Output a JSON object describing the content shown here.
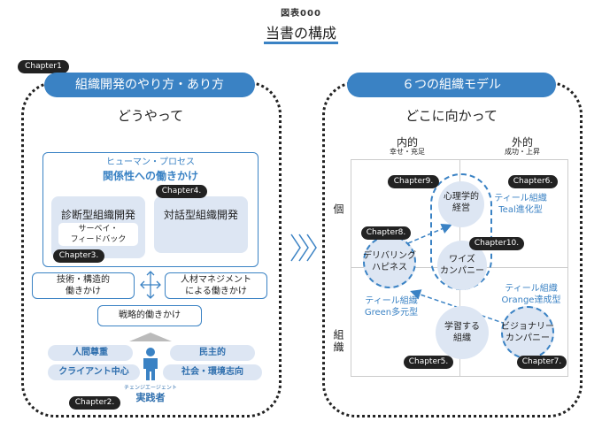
{
  "figure_label": "図表000",
  "title": "当書の構成",
  "left": {
    "chapter1": "Chapter1",
    "heading": "組織開発のやり方・あり方",
    "subheading": "どうやって",
    "process_title": "ヒューマン・プロセス",
    "process_subtitle": "関係性への働きかけ",
    "chapter4": "Chapter4.",
    "diagnostic": "診断型組織開発",
    "survey_line1": "サーベイ・",
    "survey_line2": "フィードバック",
    "chapter3": "Chapter3.",
    "dialogic": "対話型組織開発",
    "tech_line1": "技術・構造的",
    "tech_line2": "働きかけ",
    "hr_line1": "人材マネジメント",
    "hr_line2": "による働きかけ",
    "strategic": "戦略的働きかけ",
    "values": [
      "人間尊重",
      "民主的",
      "クライアント中心",
      "社会・環境志向"
    ],
    "change_agent_ruby": "チェンジエージェント",
    "practitioner": "実践者",
    "chapter2": "Chapter2."
  },
  "right": {
    "heading": "６つの組織モデル",
    "subheading": "どこに向かって",
    "col_inner": "内的",
    "col_inner_sub": "幸せ・充足",
    "col_outer": "外的",
    "col_outer_sub": "成功・上昇",
    "row_individual": "個",
    "row_organization": "組織",
    "chapter9": "Chapter9.",
    "psych_line1": "心理学的",
    "psych_line2": "経営",
    "chapter6": "Chapter6.",
    "teal_line1": "ティール組織",
    "teal_line2": "Teal進化型",
    "chapter8": "Chapter8.",
    "dh_line1": "デリバリング",
    "dh_line2": "ハピネス",
    "chapter10": "Chapter10.",
    "wise_line1": "ワイズ",
    "wise_line2": "カンパニー",
    "green_line1": "ティール組織",
    "green_line2": "Green多元型",
    "orange_line1": "ティール組織",
    "orange_line2": "Orange達成型",
    "learning_line1": "学習する",
    "learning_line2": "組織",
    "visionary_line1": "ビジョナリー",
    "visionary_line2": "カンパニー",
    "chapter5": "Chapter5.",
    "chapter7": "Chapter7."
  },
  "colors": {
    "accent": "#3a82c4",
    "light": "#dde6f3",
    "dark": "#222222"
  }
}
